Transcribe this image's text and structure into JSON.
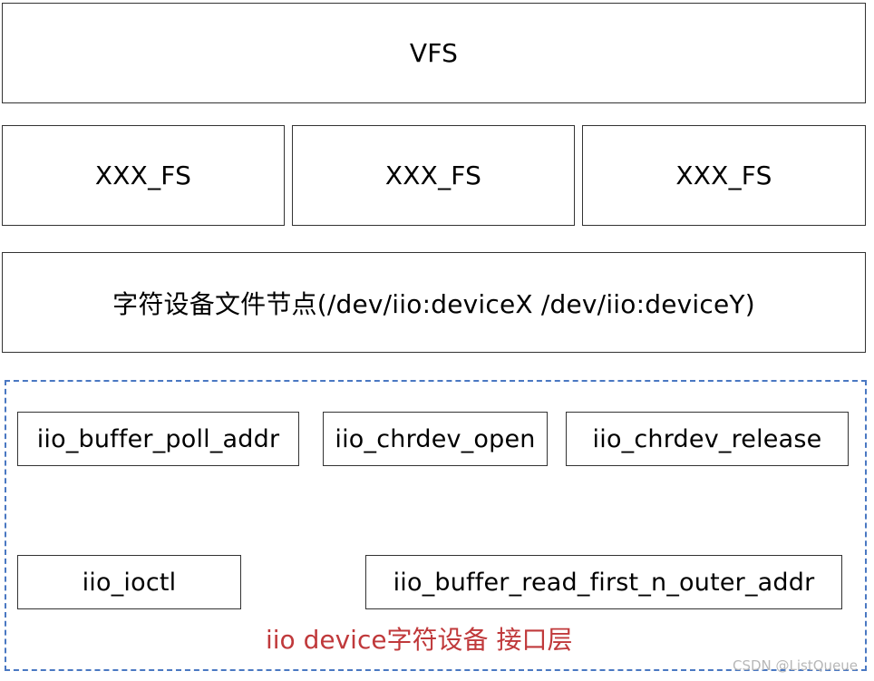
{
  "vfs": {
    "label": "VFS"
  },
  "filesystems": [
    {
      "label": "XXX_FS"
    },
    {
      "label": "XXX_FS"
    },
    {
      "label": "XXX_FS"
    }
  ],
  "device_node": {
    "label": "字符设备文件节点(/dev/iio:deviceX /dev/iio:deviceY)"
  },
  "interface_group": {
    "label": "iio device字符设备 接口层",
    "label_color": "#c0393b",
    "border_color": "#4a78c2",
    "functions": [
      {
        "label": "iio_buffer_poll_addr"
      },
      {
        "label": "iio_chrdev_open"
      },
      {
        "label": "iio_chrdev_release"
      },
      {
        "label": "iio_ioctl"
      },
      {
        "label": "iio_buffer_read_first_n_outer_addr"
      }
    ]
  },
  "watermark": "CSDN @ListQueue"
}
